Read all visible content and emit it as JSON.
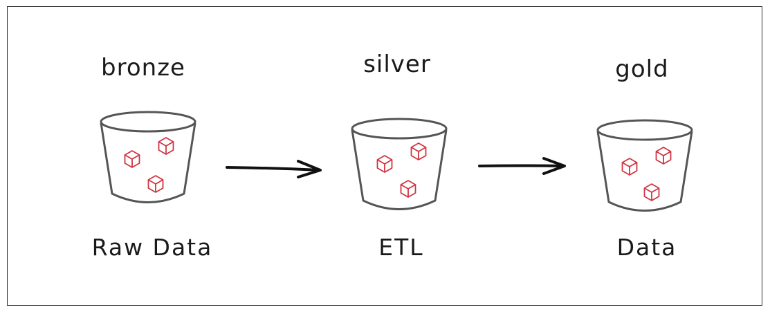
{
  "tiers": [
    {
      "name": "bronze",
      "label": "Raw Data"
    },
    {
      "name": "silver",
      "label": "ETL"
    },
    {
      "name": "gold",
      "label": "Data"
    }
  ],
  "colors": {
    "bucket_stroke": "#555555",
    "cube_stroke": "#d0343f",
    "arrow": "#111111",
    "frame": "#2a2a2a"
  },
  "icons": [
    "bucket-icon",
    "cube-icon",
    "arrow-right-icon"
  ]
}
